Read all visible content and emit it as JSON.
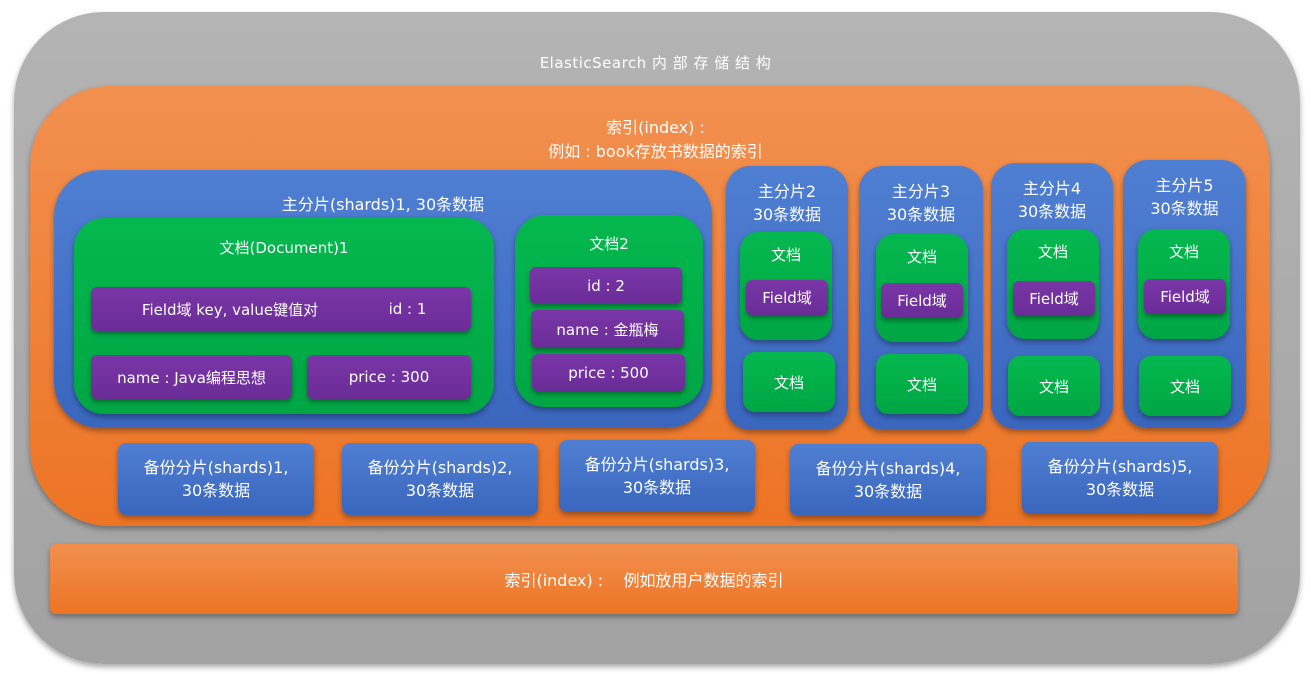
{
  "diagram": {
    "title": "ElasticSearch 内 部 存 储 结 构",
    "index_main": {
      "label_line1": "索引(index) :",
      "label_line2": "例如 : book存放书数据的索引"
    },
    "primary_shard_1": {
      "label": "主分片(shards)1, 30条数据",
      "document_1": {
        "label": "文档(Document)1",
        "field_pair": "Field域 key, value键值对",
        "id_field": "id : 1",
        "name_field": "name : Java编程思想",
        "price_field": "price : 300"
      },
      "document_2": {
        "label": "文档2",
        "id_field": "id : 2",
        "name_field": "name : 金瓶梅",
        "price_field": "price : 500"
      }
    },
    "primary_shards_small": [
      {
        "line1": "主分片2",
        "line2": "30条数据",
        "doc": "文档",
        "field": "Field域",
        "doc_b": "文档"
      },
      {
        "line1": "主分片3",
        "line2": "30条数据",
        "doc": "文档",
        "field": "Field域",
        "doc_b": "文档"
      },
      {
        "line1": "主分片4",
        "line2": "30条数据",
        "doc": "文档",
        "field": "Field域",
        "doc_b": "文档"
      },
      {
        "line1": "主分片5",
        "line2": "30条数据",
        "doc": "文档",
        "field": "Field域",
        "doc_b": "文档"
      }
    ],
    "replica_shards": [
      {
        "line1": "备份分片(shards)1,",
        "line2": "30条数据"
      },
      {
        "line1": "备份分片(shards)2,",
        "line2": "30条数据"
      },
      {
        "line1": "备份分片(shards)3,",
        "line2": "30条数据"
      },
      {
        "line1": "备份分片(shards)4,",
        "line2": "30条数据"
      },
      {
        "line1": "备份分片(shards)5,",
        "line2": "30条数据"
      }
    ],
    "index_user": {
      "label": "索引(index) :    例如放用户数据的索引"
    },
    "colors": {
      "outer": "#a9a9a9",
      "index": "#ed7d31",
      "shard": "#4472c4",
      "document": "#00b050",
      "field": "#7030a0"
    }
  }
}
